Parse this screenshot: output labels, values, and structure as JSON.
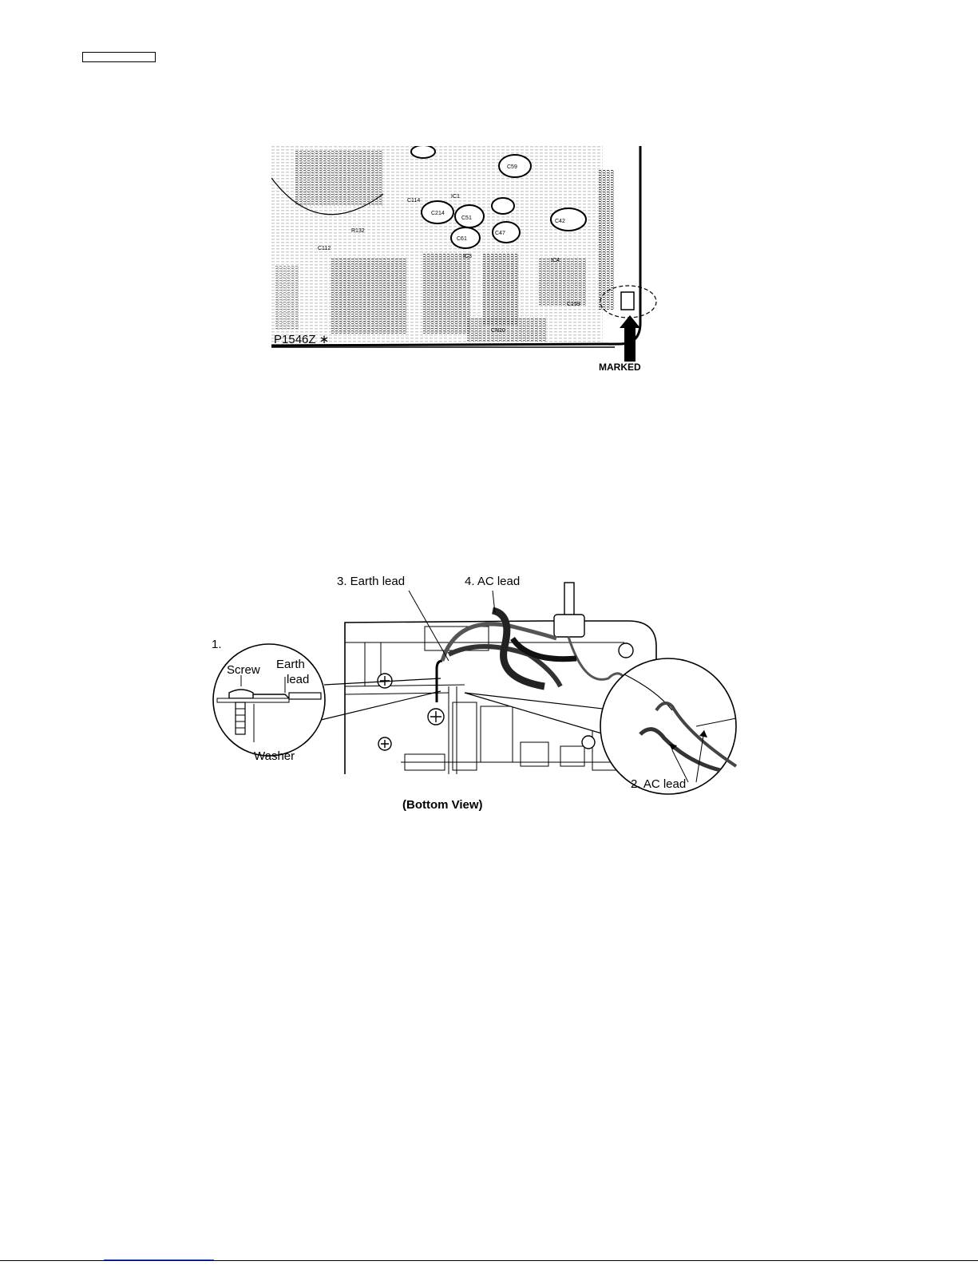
{
  "header": {
    "tag_box": ""
  },
  "figure_pcb": {
    "board_code": "P1546Z ∗",
    "marked_label": "MARKED",
    "components": [
      "C114",
      "C214",
      "IC1",
      "C42",
      "C59",
      "C51",
      "IC3",
      "C61",
      "C159",
      "IC4",
      "C112",
      "CN10",
      "C47",
      "R132"
    ]
  },
  "figure_bottom_view": {
    "callouts": {
      "earth_lead_3": "3. Earth lead",
      "ac_lead_4": "4. AC lead",
      "step_1": "1.",
      "screw": "Screw",
      "earth": "Earth",
      "lead": "lead",
      "washer": "Washer",
      "ac_lead_2": "2. AC lead"
    },
    "caption": "(Bottom View)"
  },
  "colors": {
    "ink": "#000000",
    "paper": "#ffffff",
    "link": "#3355cc"
  }
}
